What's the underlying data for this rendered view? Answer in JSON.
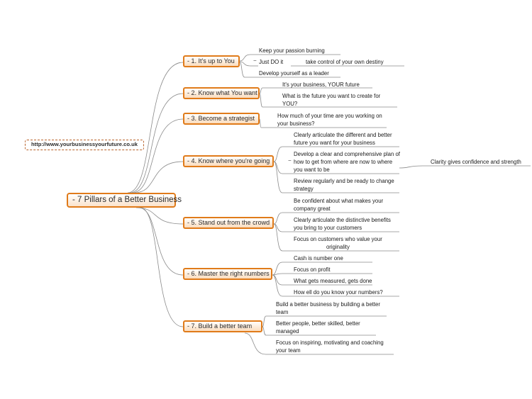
{
  "central": "7 Pillars of a Better Business",
  "url": "http://www.yourbusinessyourfuture.co.uk",
  "branches": [
    {
      "label": "1. It's up to You",
      "leaves": [
        {
          "lines": [
            "Keep your passion burning"
          ]
        },
        {
          "lines": [
            "Just DO it"
          ]
        },
        {
          "lines": [
            "take control of your own destiny"
          ]
        },
        {
          "lines": [
            "Develop yourself as a leader"
          ]
        }
      ]
    },
    {
      "label": "2. Know what You want",
      "leaves": [
        {
          "lines": [
            "It's your business, YOUR future"
          ]
        },
        {
          "lines": [
            "What is the future you want to create for",
            "YOU?"
          ]
        }
      ]
    },
    {
      "label": "3. Become a strategist",
      "leaves": [
        {
          "lines": [
            "How much of your time are you working on",
            "your business?"
          ]
        }
      ]
    },
    {
      "label": "4. Know where you're going",
      "leaves": [
        {
          "lines": [
            "Clearly articulate the different and better",
            "future you want for your business"
          ]
        },
        {
          "lines": [
            "Develop a clear and comprehensive  plan of",
            "how to get from where are now to where",
            "you want to be"
          ]
        },
        {
          "lines": [
            "Clarity gives confidence and strength"
          ]
        },
        {
          "lines": [
            "Review regularly and be ready to change",
            "strategy"
          ]
        }
      ]
    },
    {
      "label": "5. Stand out from the crowd",
      "leaves": [
        {
          "lines": [
            "Be confident about what makes your",
            "company great"
          ]
        },
        {
          "lines": [
            "Clearly articulate the distinctive benefits",
            "you bring to your customers"
          ]
        },
        {
          "lines": [
            "Focus on customers who value your",
            "originality"
          ]
        }
      ]
    },
    {
      "label": "6. Master the right numbers",
      "leaves": [
        {
          "lines": [
            "Cash is number one"
          ]
        },
        {
          "lines": [
            "Focus on profit"
          ]
        },
        {
          "lines": [
            "What gets measured, gets done"
          ]
        },
        {
          "lines": [
            "How ell do you know your numbers?"
          ]
        }
      ]
    },
    {
      "label": "7. Build a better team",
      "leaves": [
        {
          "lines": [
            "Build a better business by building a better",
            "team"
          ]
        },
        {
          "lines": [
            "Better people, better skilled, better",
            "managed"
          ]
        },
        {
          "lines": [
            "Focus on inspiring, motivating and coaching",
            "your team"
          ]
        }
      ]
    }
  ],
  "colors": {
    "accent": "#e07b1a",
    "line": "#8a8a8a",
    "fill": "#fbdcbd"
  }
}
